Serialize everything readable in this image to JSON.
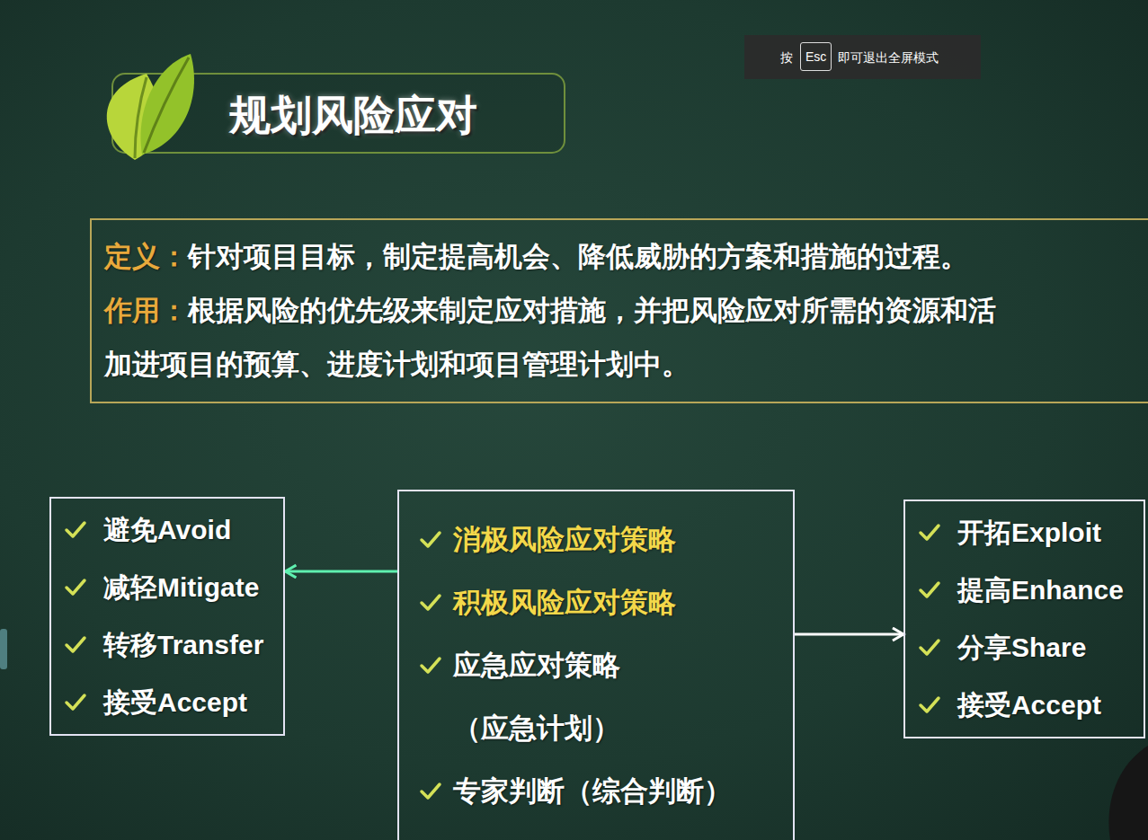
{
  "diagram": {
    "title": "规划风险应对",
    "nodes": [
      {
        "text": [
          "定义：",
          "针对项目目标，制定提高机会、降低威胁的方案和措施的过程。",
          "作用：",
          "根据风险的优先级来制定应对措施，并把风险应对所需的资源和活 加进项目的预算、进度计划和项目管理计划中。"
        ]
      },
      {
        "text": [
          "避免Avoid",
          "减轻Mitigate",
          "转移Transfer",
          "接受Accept"
        ]
      },
      {
        "text": [
          "消极风险应对策略",
          "积极风险应对策略",
          "应急应对策略 （应急计划）",
          "专家判断（综合判断）"
        ]
      },
      {
        "text": [
          "开拓Exploit",
          "提高Enhance",
          "分享Share",
          "接受Accept"
        ]
      }
    ],
    "edges": [
      {
        "from": 2,
        "to": 1,
        "arrow": "to"
      },
      {
        "from": 2,
        "to": 3,
        "arrow": "to"
      }
    ],
    "labels": [
      "按",
      "Esc",
      "即可退出全屏模式"
    ]
  }
}
